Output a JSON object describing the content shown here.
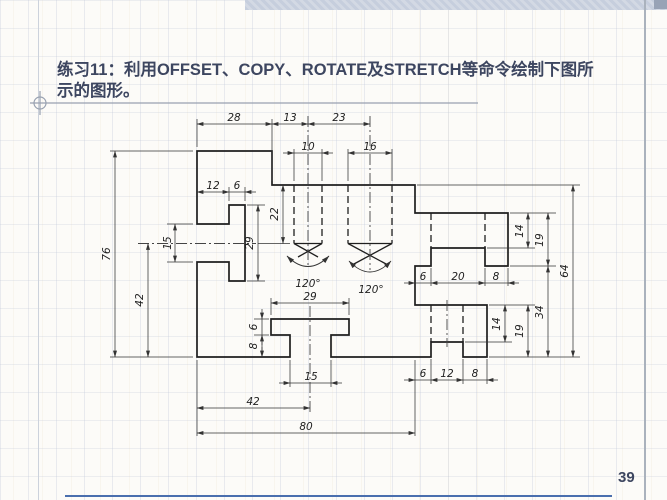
{
  "slide": {
    "title_lines": [
      "练习11：利用OFFSET、COPY、ROTATE及STRETCH等命令绘制下图所",
      "示的图形。"
    ],
    "page_number": "39",
    "colors": {
      "title_text": "#3d4660",
      "top_bar": "#c9d1de",
      "bottom_rule": "#4a6fae",
      "drawing_lines": "#1f1f1f"
    }
  },
  "drawing": {
    "type": "engineering-part-front-view",
    "dims": {
      "top_28": "28",
      "top_13": "13",
      "top_23": "23",
      "slot1_10": "10",
      "slot2_16": "16",
      "lt_12": "12",
      "lt_6": "6",
      "lt_15": "15",
      "lt_29": "29",
      "lt_22": "22",
      "left_76": "76",
      "left_42": "42",
      "angle_1": "120°",
      "angle_2": "120°",
      "bt_29": "29",
      "bt_6": "6",
      "bt_8": "8",
      "bt_15": "15",
      "bot_42": "42",
      "bot_80": "80",
      "ru_6": "6",
      "ru_20": "20",
      "ru_8": "8",
      "ru_14": "14",
      "ru_19": "19",
      "right_64": "64",
      "right_34": "34",
      "rl_6": "6",
      "rl_12": "12",
      "rl_8": "8",
      "rl_14": "14",
      "rl_19": "19"
    }
  }
}
